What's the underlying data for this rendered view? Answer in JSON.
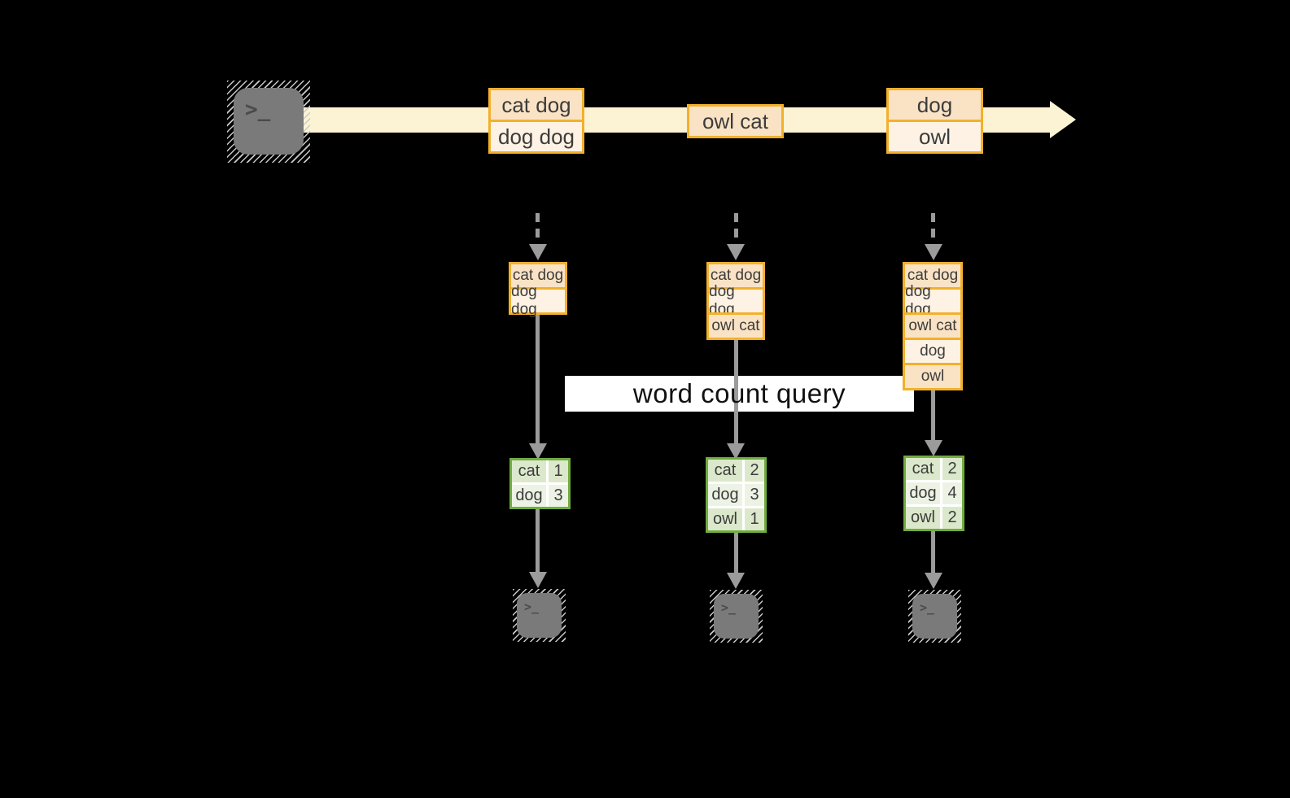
{
  "colors": {
    "background": "#000000",
    "stream_band": "#FBF3D3",
    "gold_border": "#F2B02C",
    "peach_dark": "#FAE3C5",
    "peach_light": "#FDF2E3",
    "green_border": "#71AC41",
    "green_row_dark": "#DCE8CB",
    "green_row_light": "#EDF3E4",
    "arrow_gray": "#9B9B9B",
    "terminal_gray": "#7A7A7A",
    "terminal_glyph": "#4A4A4A",
    "text_dark": "#3C3C3C",
    "query_band_bg": "#FFFFFF",
    "query_text": "#111111"
  },
  "query_label": "word count query",
  "terminal_glyph": ">_",
  "stream": {
    "batches": [
      {
        "items": [
          "cat dog",
          "dog dog"
        ]
      },
      {
        "items": [
          "owl cat"
        ]
      },
      {
        "items": [
          "dog",
          "owl"
        ]
      }
    ]
  },
  "columns": [
    {
      "state": [
        "cat dog",
        "dog dog"
      ],
      "counts": [
        {
          "word": "cat",
          "count": "1"
        },
        {
          "word": "dog",
          "count": "3"
        }
      ]
    },
    {
      "state": [
        "cat dog",
        "dog dog",
        "owl cat"
      ],
      "counts": [
        {
          "word": "cat",
          "count": "2"
        },
        {
          "word": "dog",
          "count": "3"
        },
        {
          "word": "owl",
          "count": "1"
        }
      ]
    },
    {
      "state": [
        "cat dog",
        "dog dog",
        "owl cat",
        "dog",
        "owl"
      ],
      "counts": [
        {
          "word": "cat",
          "count": "2"
        },
        {
          "word": "dog",
          "count": "4"
        },
        {
          "word": "owl",
          "count": "2"
        }
      ]
    }
  ]
}
